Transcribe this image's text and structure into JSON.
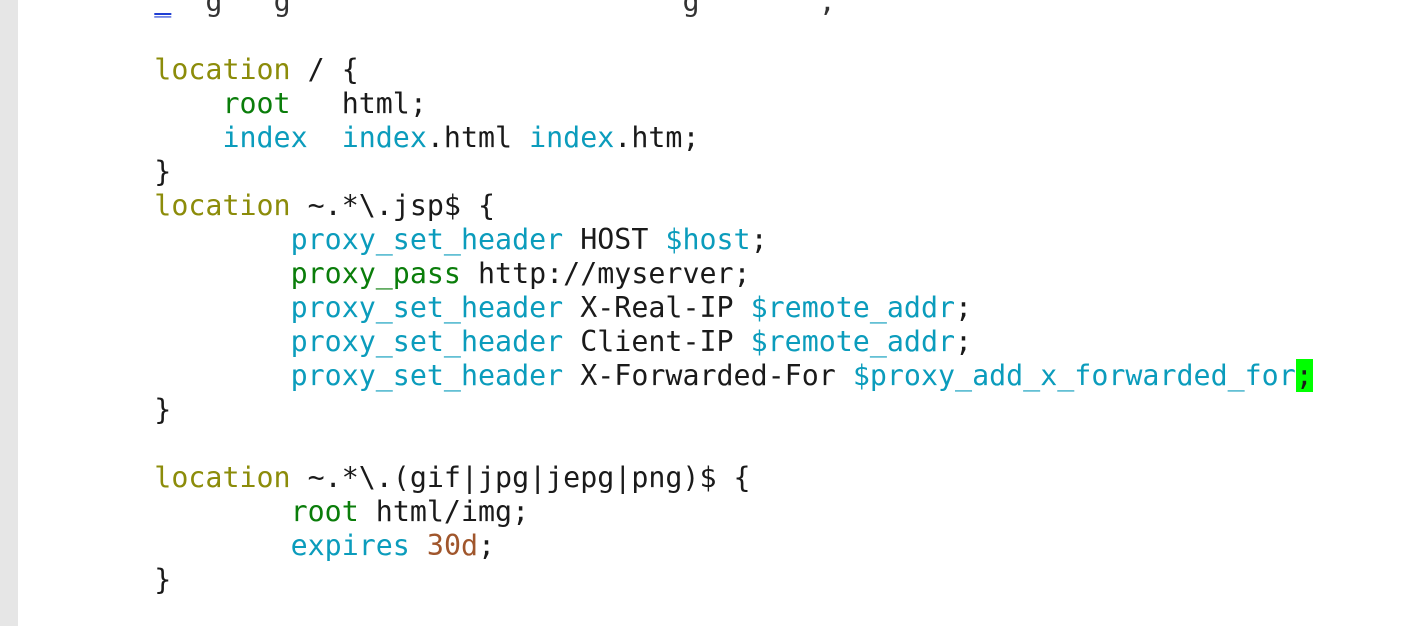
{
  "lines": [
    {
      "tokens": [
        {
          "t": "        ",
          "c": "txt"
        },
        {
          "t": "_",
          "c": "underline-blue"
        },
        {
          "t": "  ",
          "c": "txt"
        },
        {
          "t": "g",
          "c": "partial-dark"
        },
        {
          "t": "   ",
          "c": "txt"
        },
        {
          "t": "g",
          "c": "partial-dark"
        },
        {
          "t": "                       ",
          "c": "txt"
        },
        {
          "t": "g",
          "c": "partial-dark"
        },
        {
          "t": "       ",
          "c": "txt"
        },
        {
          "t": ",",
          "c": "partial-dark"
        }
      ]
    },
    {
      "tokens": []
    },
    {
      "tokens": [
        {
          "t": "        ",
          "c": "txt"
        },
        {
          "t": "location",
          "c": "kw-olive"
        },
        {
          "t": " / {",
          "c": "txt"
        }
      ]
    },
    {
      "tokens": [
        {
          "t": "            ",
          "c": "txt"
        },
        {
          "t": "root",
          "c": "kw-green"
        },
        {
          "t": "   html;",
          "c": "txt"
        }
      ]
    },
    {
      "tokens": [
        {
          "t": "            ",
          "c": "txt"
        },
        {
          "t": "index",
          "c": "kw-cyan"
        },
        {
          "t": "  ",
          "c": "txt"
        },
        {
          "t": "index",
          "c": "kw-cyan"
        },
        {
          "t": ".html ",
          "c": "txt"
        },
        {
          "t": "index",
          "c": "kw-cyan"
        },
        {
          "t": ".htm;",
          "c": "txt"
        }
      ]
    },
    {
      "tokens": [
        {
          "t": "        }",
          "c": "txt"
        }
      ]
    },
    {
      "tokens": [
        {
          "t": "        ",
          "c": "txt"
        },
        {
          "t": "location",
          "c": "kw-olive"
        },
        {
          "t": " ~.*\\.jsp$ {",
          "c": "txt"
        }
      ]
    },
    {
      "tokens": [
        {
          "t": "                ",
          "c": "txt"
        },
        {
          "t": "proxy_set_header",
          "c": "kw-cyan"
        },
        {
          "t": " HOST ",
          "c": "txt"
        },
        {
          "t": "$host",
          "c": "kw-cyan"
        },
        {
          "t": ";",
          "c": "txt"
        }
      ]
    },
    {
      "tokens": [
        {
          "t": "                ",
          "c": "txt"
        },
        {
          "t": "proxy_pass",
          "c": "kw-green"
        },
        {
          "t": " http://myserver;",
          "c": "txt"
        }
      ]
    },
    {
      "tokens": [
        {
          "t": "                ",
          "c": "txt"
        },
        {
          "t": "proxy_set_header",
          "c": "kw-cyan"
        },
        {
          "t": " X-Real-IP ",
          "c": "txt"
        },
        {
          "t": "$remote_addr",
          "c": "kw-cyan"
        },
        {
          "t": ";",
          "c": "txt"
        }
      ]
    },
    {
      "tokens": [
        {
          "t": "                ",
          "c": "txt"
        },
        {
          "t": "proxy_set_header",
          "c": "kw-cyan"
        },
        {
          "t": " Client-IP ",
          "c": "txt"
        },
        {
          "t": "$remote_addr",
          "c": "kw-cyan"
        },
        {
          "t": ";",
          "c": "txt"
        }
      ]
    },
    {
      "tokens": [
        {
          "t": "                ",
          "c": "txt"
        },
        {
          "t": "proxy_set_header",
          "c": "kw-cyan"
        },
        {
          "t": " X-Forwarded-For ",
          "c": "txt"
        },
        {
          "t": "$proxy_add_x_forwarded_for",
          "c": "kw-cyan"
        },
        {
          "t": ";",
          "c": "cursor"
        }
      ]
    },
    {
      "tokens": [
        {
          "t": "        }",
          "c": "txt"
        }
      ]
    },
    {
      "tokens": []
    },
    {
      "tokens": [
        {
          "t": "        ",
          "c": "txt"
        },
        {
          "t": "location",
          "c": "kw-olive"
        },
        {
          "t": " ~.*\\.(gif|jpg|jepg|png)$ {",
          "c": "txt"
        }
      ]
    },
    {
      "tokens": [
        {
          "t": "                ",
          "c": "txt"
        },
        {
          "t": "root",
          "c": "kw-green"
        },
        {
          "t": " html/img;",
          "c": "txt"
        }
      ]
    },
    {
      "tokens": [
        {
          "t": "                ",
          "c": "txt"
        },
        {
          "t": "expires",
          "c": "kw-cyan"
        },
        {
          "t": " ",
          "c": "txt"
        },
        {
          "t": "30d",
          "c": "num"
        },
        {
          "t": ";",
          "c": "txt"
        }
      ]
    },
    {
      "tokens": [
        {
          "t": "        }",
          "c": "txt"
        }
      ]
    }
  ]
}
